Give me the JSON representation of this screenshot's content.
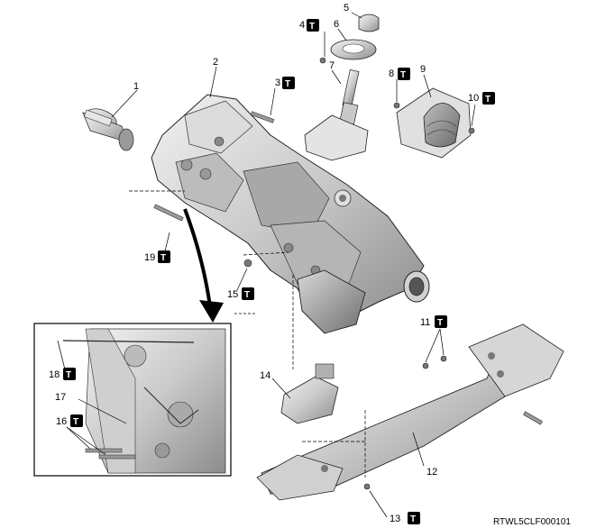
{
  "diagram": {
    "code": "RTWL5CLF000101",
    "torque_symbol": "T",
    "callouts": [
      {
        "id": "c1",
        "number": "1",
        "torque": false
      },
      {
        "id": "c2",
        "number": "2",
        "torque": false
      },
      {
        "id": "c3",
        "number": "3",
        "torque": true
      },
      {
        "id": "c4",
        "number": "4",
        "torque": true
      },
      {
        "id": "c5",
        "number": "5",
        "torque": false
      },
      {
        "id": "c6",
        "number": "6",
        "torque": false
      },
      {
        "id": "c7",
        "number": "7",
        "torque": false
      },
      {
        "id": "c8",
        "number": "8",
        "torque": true
      },
      {
        "id": "c9",
        "number": "9",
        "torque": false
      },
      {
        "id": "c10",
        "number": "10",
        "torque": true
      },
      {
        "id": "c11",
        "number": "11",
        "torque": true
      },
      {
        "id": "c12",
        "number": "12",
        "torque": false
      },
      {
        "id": "c13",
        "number": "13",
        "torque": true
      },
      {
        "id": "c14",
        "number": "14",
        "torque": false
      },
      {
        "id": "c15",
        "number": "15",
        "torque": true
      },
      {
        "id": "c16",
        "number": "16",
        "torque": true
      },
      {
        "id": "c17",
        "number": "17",
        "torque": false
      },
      {
        "id": "c18",
        "number": "18",
        "torque": true
      },
      {
        "id": "c19",
        "number": "19",
        "torque": true
      }
    ]
  }
}
